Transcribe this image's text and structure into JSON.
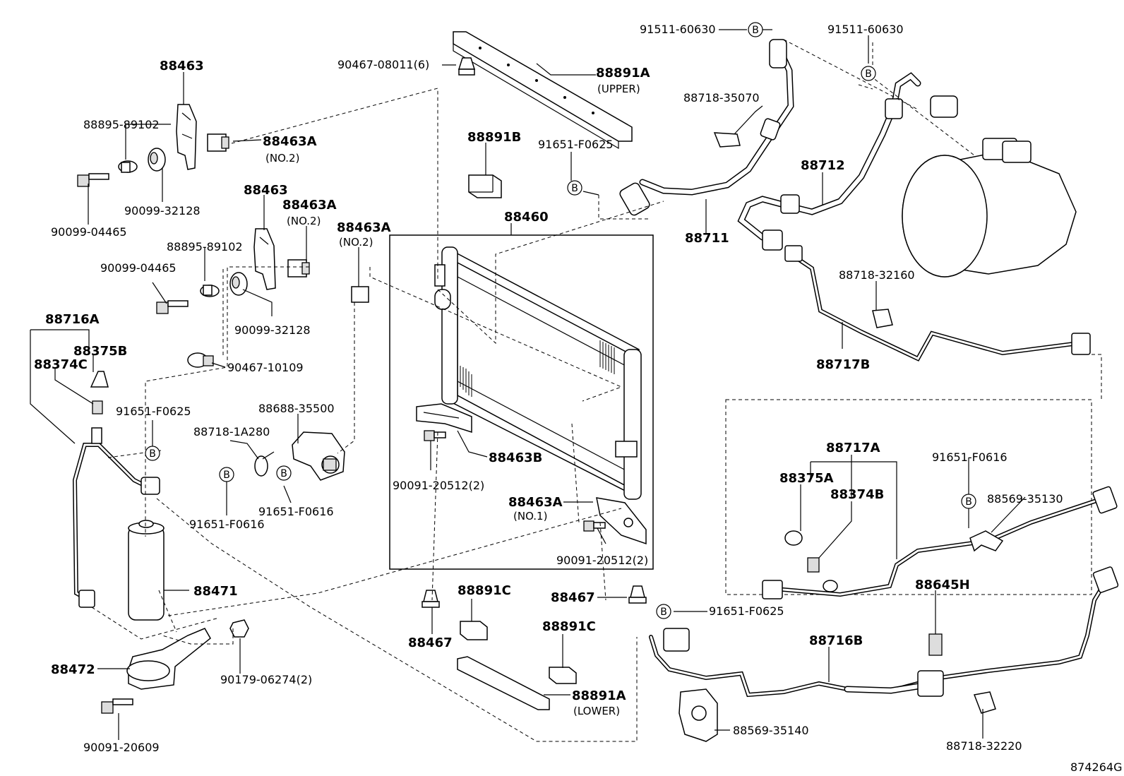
{
  "diagram_id": "874264G",
  "labels": {
    "p88463_top": "88463",
    "p88895_top": "88895-89102",
    "p88463a_top": "88463A",
    "p88463a_top_sub": "(NO.2)",
    "p90099_32128_top": "90099-32128",
    "p90099_04465_top": "90099-04465",
    "p88463_mid": "88463",
    "p88463a_mid": "88463A",
    "p88463a_mid_sub": "(NO.2)",
    "p88463a_mid2": "88463A",
    "p88463a_mid2_sub": "(NO.2)",
    "p88895_mid": "88895-89102",
    "p90099_04465_mid": "90099-04465",
    "p90099_32128_mid": "90099-32128",
    "p88716a": "88716A",
    "p88375b": "88375B",
    "p88374c": "88374C",
    "p90467_10109": "90467-10109",
    "p91651_f0625_left": "91651-F0625",
    "p88688_35500": "88688-35500",
    "p88718_1a280": "88718-1A280",
    "p91651_f0616_a": "91651-F0616",
    "p91651_f0616_b": "91651-F0616",
    "p88471": "88471",
    "p88472": "88472",
    "p90179_06274": "90179-06274(2)",
    "p90091_20609": "90091-20609",
    "p90467_08011": "90467-08011(6)",
    "p88891a_upper": "88891A",
    "p88891a_upper_sub": "(UPPER)",
    "p88891b": "88891B",
    "p91651_f0625_mid": "91651-F0625",
    "p88460": "88460",
    "p88463b": "88463B",
    "p90091_20512_a": "90091-20512(2)",
    "p88463a_no1": "88463A",
    "p88463a_no1_sub": "(NO.1)",
    "p90091_20512_b": "90091-20512(2)",
    "p88467_a": "88467",
    "p88891c_a": "88891C",
    "p88467_b": "88467",
    "p88891c_b": "88891C",
    "p88891a_lower": "88891A",
    "p88891a_lower_sub": "(LOWER)",
    "p91511_60630_a": "91511-60630",
    "p91511_60630_b": "91511-60630",
    "p88718_35070": "88718-35070",
    "p88711": "88711",
    "p88712": "88712",
    "p88718_32160": "88718-32160",
    "p88717b": "88717B",
    "p88717a": "88717A",
    "p88375a": "88375A",
    "p88374b": "88374B",
    "p91651_f0616_right": "91651-F0616",
    "p88569_35130": "88569-35130",
    "p88645h": "88645H",
    "p91651_f0625_right": "91651-F0625",
    "p88716b": "88716B",
    "p88569_35140": "88569-35140",
    "p88718_32220": "88718-32220"
  },
  "markers": {
    "b": "B"
  }
}
